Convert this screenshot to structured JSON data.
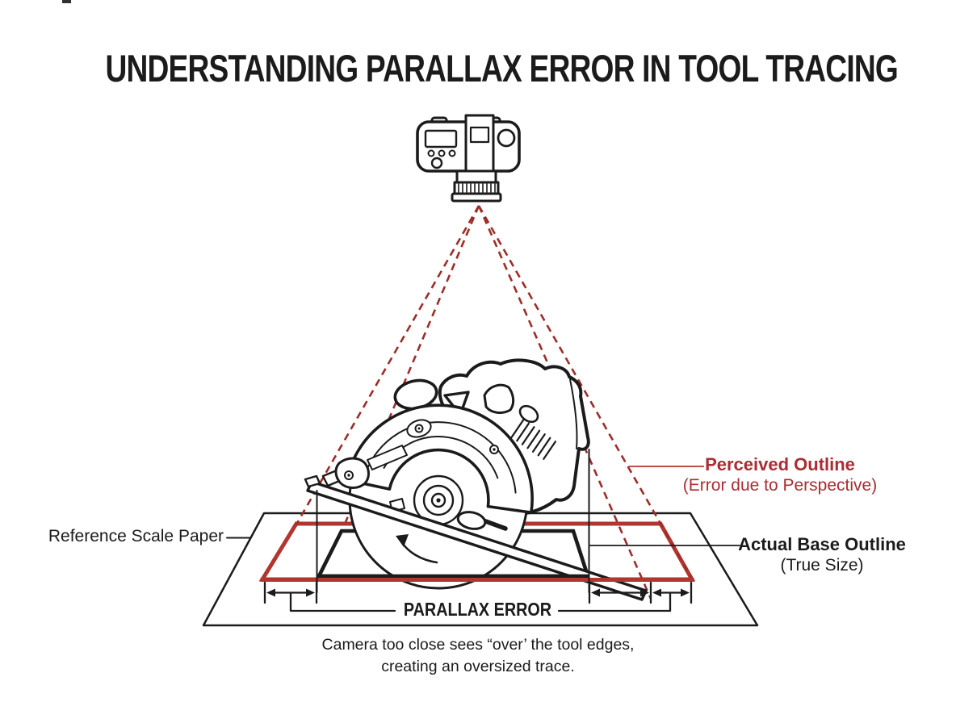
{
  "title": "UNDERSTANDING PARALLAX ERROR IN TOOL TRACING",
  "labels": {
    "reference": "Reference Scale Paper",
    "perceived_title": "Perceived Outline",
    "perceived_sub": "(Error due to Perspective)",
    "actual_title": "Actual Base Outline",
    "actual_sub": "(True Size)",
    "parallax": "PARALLAX ERROR"
  },
  "caption": {
    "line1": "Camera too close sees “over’ the tool edges,",
    "line2": "creating an oversized trace."
  },
  "icons": {
    "camera": "camera-top-view-icon",
    "tool": "circular-saw-icon",
    "rays": "projection-rays",
    "arrows": "parallax-dimension-arrows"
  },
  "colors": {
    "ink": "#1b1b1b",
    "accent-red": "#b23630",
    "dash-red": "#9d2d28",
    "text-red": "#ab2c33",
    "paper": "#ffffff"
  }
}
